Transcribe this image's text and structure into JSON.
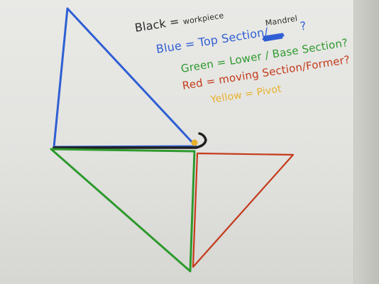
{
  "legend": {
    "black": {
      "label": "Black",
      "sep": " = ",
      "value": "workpiece",
      "color": "#2b2b2b"
    },
    "blue": {
      "label": "Blue",
      "sep": " = ",
      "value": "Top Section/",
      "extra": "Mandrel",
      "tail": "?",
      "color": "#2f5fd3"
    },
    "green": {
      "label": "Green",
      "sep": " = ",
      "value": "Lower / Base Section?",
      "color": "#2d9a2d"
    },
    "red": {
      "label": "Red",
      "sep": " = ",
      "value": "moving Section/Former?",
      "color": "#c43a1a"
    },
    "yellow": {
      "label": "Yellow",
      "sep": " = ",
      "value": "Pivot",
      "color": "#e8b12a"
    }
  },
  "shapes": {
    "blue_triangle_color": "#2f5fd3",
    "workpiece_color": "#1f1f1f",
    "green_triangle_color": "#2d9a2d",
    "red_triangle_color": "#c43a1a",
    "pivot_color": "#e8b12a"
  }
}
